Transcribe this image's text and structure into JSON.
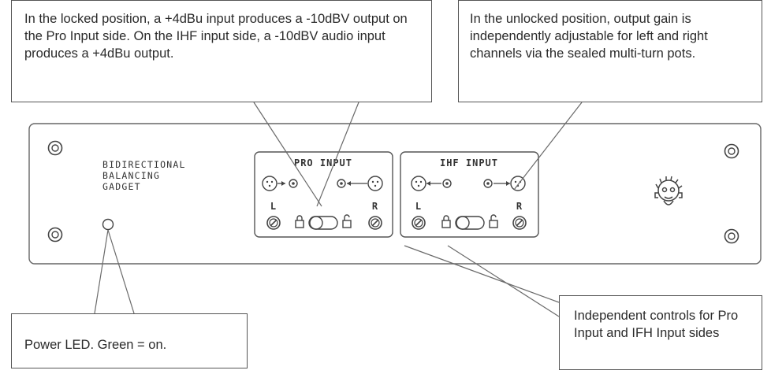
{
  "callouts": {
    "locked": "In the locked position, a +4dBu input produces a  -10dBV output on the Pro Input side. On the IHF input side, a -10dBV audio input produces a +4dBu output.",
    "unlocked": "In the unlocked position, output gain is independently adjustable for left and right channels via the sealed multi-turn pots.",
    "power_led": "Power LED. Green = on.",
    "controls": "Independent controls for Pro Input and IFH Input sides"
  },
  "device": {
    "name_lines": [
      "BIDIRECTIONAL",
      "BALANCING",
      "GADGET"
    ],
    "pro_section": {
      "title": "PRO INPUT",
      "left": "L",
      "right": "R"
    },
    "ihf_section": {
      "title": "IHF INPUT",
      "left": "L",
      "right": "R"
    }
  },
  "icons": [
    "screw-icon",
    "led-icon",
    "xlr-connector-icon",
    "rca-connector-icon",
    "lock-icon",
    "unlock-icon",
    "toggle-switch-icon",
    "pot-knob-icon",
    "mascot-logo-icon"
  ]
}
